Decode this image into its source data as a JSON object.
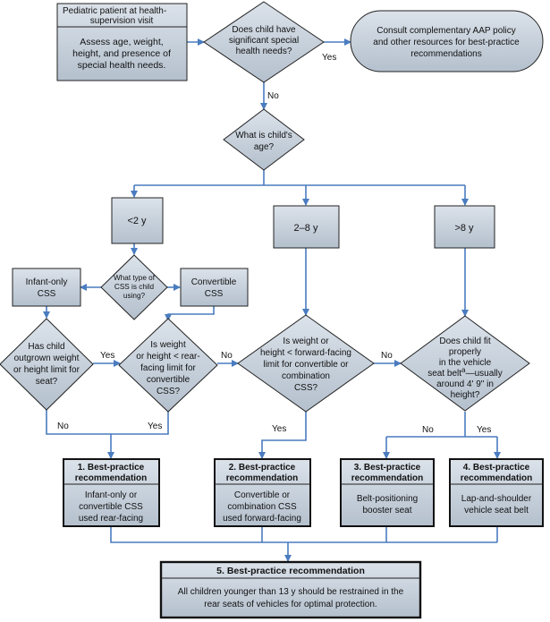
{
  "nodes": {
    "start": {
      "header": [
        "Pediatric patient at health-",
        "supervision visit"
      ],
      "body": [
        "Assess age, weight,",
        "height, and presence of",
        "special health needs."
      ]
    },
    "special_needs_q": {
      "lines": [
        "Does child have",
        "significant special",
        "health needs?"
      ]
    },
    "consult": {
      "lines": [
        "Consult complementary AAP policy",
        "and other resources for best-practice",
        "recommendations"
      ]
    },
    "age_q": {
      "lines": [
        "What is child's",
        "age?"
      ]
    },
    "age_lt2": {
      "label": "<2 y"
    },
    "age_2_8": {
      "label": "2–8 y"
    },
    "age_gt8": {
      "label": ">8 y"
    },
    "css_type_q": {
      "lines": [
        "What type of",
        "CSS is child",
        "using?"
      ]
    },
    "infant_only": {
      "lines": [
        "Infant-only",
        "CSS"
      ]
    },
    "convertible": {
      "lines": [
        "Convertible",
        "CSS"
      ]
    },
    "outgrown_q": {
      "lines": [
        "Has child",
        "outgrown weight",
        "or height limit for",
        "seat?"
      ]
    },
    "rear_limit_q": {
      "lines": [
        "Is weight",
        "or height < rear-",
        "facing limit for",
        "convertible",
        "CSS?"
      ]
    },
    "forward_limit_q": {
      "lines": [
        "Is weight or",
        "height < forward-facing",
        "limit for convertible or",
        "combination",
        "CSS?"
      ]
    },
    "seatbelt_fit_q": {
      "lines": [
        "Does child fit",
        "properly",
        "in the vehicle",
        "seat belt",
        "—usually",
        "around 4' 9\" in",
        "height?"
      ],
      "superscript": "a"
    },
    "rec1": {
      "title": [
        "1. Best-practice",
        "recommendation"
      ],
      "body": [
        "Infant-only or",
        "convertible CSS",
        "used rear-facing"
      ]
    },
    "rec2": {
      "title": [
        "2. Best-practice",
        "recommendation"
      ],
      "body": [
        "Convertible or",
        "combination CSS",
        "used forward-facing"
      ]
    },
    "rec3": {
      "title": [
        "3. Best-practice",
        "recommendation"
      ],
      "body": [
        "Belt-positioning",
        "booster seat"
      ]
    },
    "rec4": {
      "title": [
        "4. Best-practice",
        "recommendation"
      ],
      "body": [
        "Lap-and-shoulder",
        "vehicle seat belt"
      ]
    },
    "rec5": {
      "title": "5. Best-practice recommendation",
      "body": [
        "All children younger than 13 y should be restrained in the",
        "rear seats of vehicles for optimal protection."
      ]
    }
  },
  "edge_labels": {
    "special_yes": "Yes",
    "special_no": "No",
    "outgrown_yes": "Yes",
    "outgrown_no": "No",
    "rear_no": "No",
    "rear_yes": "Yes",
    "forward_no": "No",
    "forward_yes": "Yes",
    "fit_no": "No",
    "fit_yes": "Yes"
  },
  "colors": {
    "connector": "#4a7cbf",
    "box_fill_top": "#dbe2ea",
    "box_fill_bottom": "#b4c0cd",
    "outline": "#222222"
  }
}
